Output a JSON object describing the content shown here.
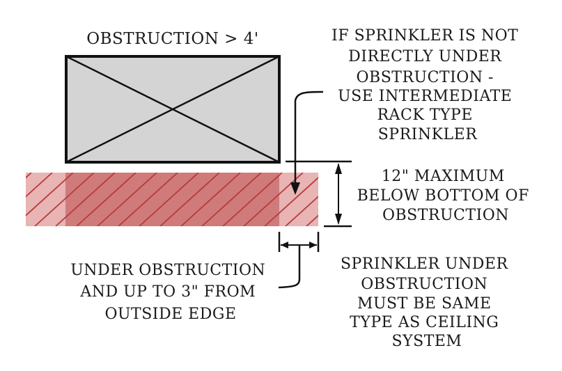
{
  "diagram": {
    "title": "OBSTRUCTION > 4'",
    "colors": {
      "obstruction_fill": "#d4d4d4",
      "band_light": "#e8b4b4",
      "band_dark": "#cf7b7b",
      "hatch": "#b83a3a",
      "ink": "#111111"
    },
    "notes": {
      "rack_sprinkler": [
        "IF SPRINKLER IS NOT",
        "DIRECTLY UNDER",
        "OBSTRUCTION -",
        "USE INTERMEDIATE",
        "RACK TYPE",
        "SPRINKLER"
      ],
      "max_depth": [
        "12\" MAXIMUM",
        "BELOW BOTTOM OF",
        "OBSTRUCTION"
      ],
      "under_obstruction": [
        "UNDER OBSTRUCTION",
        "AND UP TO 3\" FROM",
        "OUTSIDE EDGE"
      ],
      "same_type": [
        "SPRINKLER UNDER",
        "OBSTRUCTION",
        "MUST BE SAME",
        "TYPE AS CEILING",
        "SYSTEM"
      ]
    }
  }
}
